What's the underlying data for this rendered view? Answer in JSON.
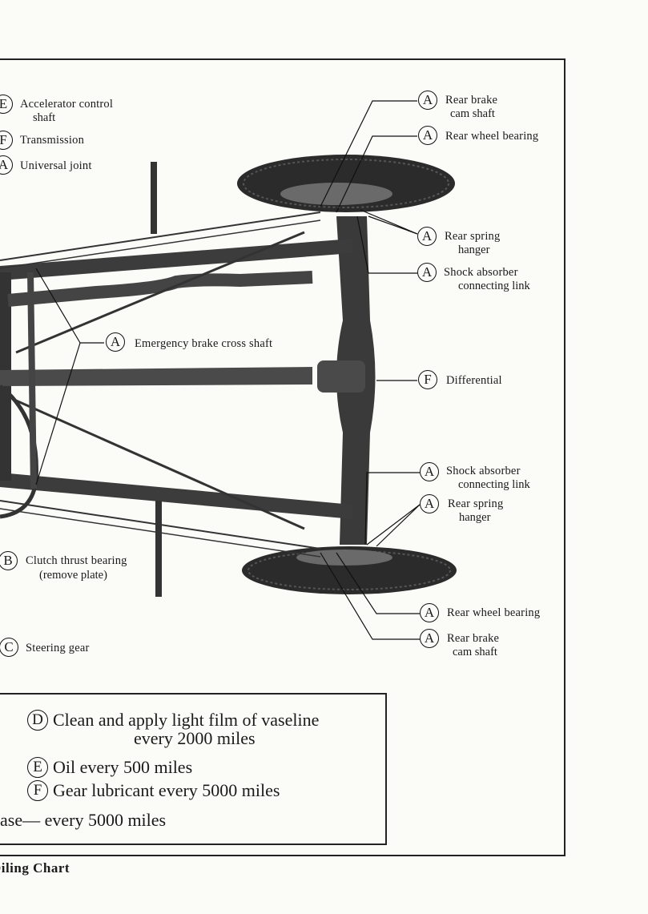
{
  "labels_left": [
    {
      "letter": "E",
      "text": "Accelerator control",
      "line2": "shaft"
    },
    {
      "letter": "F",
      "text": "Transmission"
    },
    {
      "letter": "A",
      "text": "Universal joint"
    },
    {
      "letter": "A",
      "text": "Emergency brake cross shaft"
    },
    {
      "letter": "B",
      "text": "Clutch thrust bearing",
      "line2": "(remove plate)"
    },
    {
      "letter": "C",
      "text": "Steering gear"
    }
  ],
  "labels_right": [
    {
      "letter": "A",
      "text": "Rear brake",
      "line2": "cam shaft"
    },
    {
      "letter": "A",
      "text": "Rear wheel bearing"
    },
    {
      "letter": "A",
      "text": "Rear spring",
      "line2": "hanger"
    },
    {
      "letter": "A",
      "text": "Shock absorber",
      "line2": "connecting link"
    },
    {
      "letter": "F",
      "text": "Differential"
    },
    {
      "letter": "A",
      "text": "Shock absorber",
      "line2": "connecting link"
    },
    {
      "letter": "A",
      "text": "Rear spring",
      "line2": "hanger"
    },
    {
      "letter": "A",
      "text": "Rear wheel bearing"
    },
    {
      "letter": "A",
      "text": "Rear brake",
      "line2": "cam shaft"
    }
  ],
  "legend": {
    "d_letter": "D",
    "d_text": "Clean and apply light film of vaseline",
    "d_line2": "every 2000 miles",
    "e_letter": "E",
    "e_text": "Oil every 500 miles",
    "f_letter": "F",
    "f_text": "Gear lubricant every 5000 miles",
    "partial": "ase— every 5000 miles"
  },
  "caption": "Oiling Chart"
}
